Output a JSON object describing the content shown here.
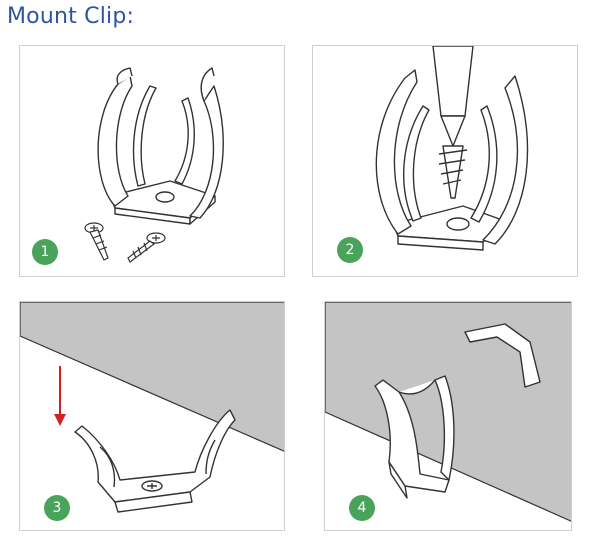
{
  "title": "Mount Clip:",
  "steps": [
    {
      "number": "1"
    },
    {
      "number": "2"
    },
    {
      "number": "3"
    },
    {
      "number": "4"
    }
  ],
  "colors": {
    "title": "#2d55a0",
    "badge": "#4aa35a",
    "arrow": "#d42020",
    "tube": "#c4c4c4",
    "outline": "#333333"
  }
}
